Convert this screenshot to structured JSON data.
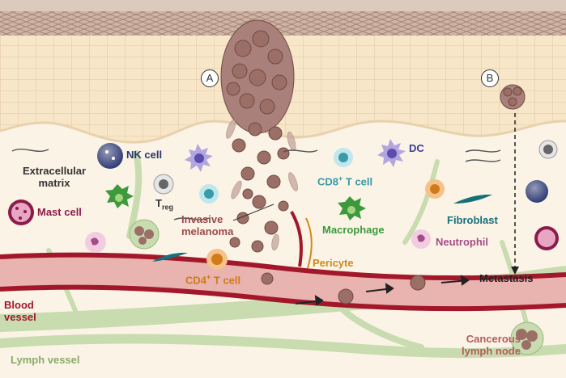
{
  "markers": {
    "a": "A",
    "b": "B"
  },
  "labels": {
    "nk_cell": "NK cell",
    "extracellular_matrix_line1": "Extracellular",
    "extracellular_matrix_line2": "matrix",
    "t_reg_main": "T",
    "t_reg_sub": "reg",
    "mast_cell": "Mast cell",
    "invasive_melanoma_line1": "Invasive",
    "invasive_melanoma_line2": "melanoma",
    "cd8_main": "CD8",
    "cd8_sup": "+",
    "cd8_rest": " T cell",
    "dc": "DC",
    "macrophage": "Macrophage",
    "fibroblast": "Fibroblast",
    "neutrophil": "Neutrophil",
    "pericyte": "Pericyte",
    "cd4_main": "CD4",
    "cd4_sup": "+",
    "cd4_rest": " T cell",
    "metastasis": "Metastasis",
    "blood_vessel_line1": "Blood",
    "blood_vessel_line2": "vessel",
    "lymph_vessel": "Lymph vessel",
    "cancerous_lymph_node_line1": "Cancerous",
    "cancerous_lymph_node_line2": "lymph node"
  },
  "colors": {
    "skin_top": "#cdb3a5",
    "dermis_cells": "#f6e2c4",
    "dermis_bg": "#fbf3e6",
    "blood_vessel": "#a2182a",
    "blood_vessel_inner": "#e9b3b0",
    "lymph_vessel": "#c8dcb0",
    "melanoma": "#9c6f66",
    "nk_cell": "#2a3670",
    "dc": "#3c3a9a",
    "t_reg": "#4a4a4a",
    "mast_cell": "#8b1c4a",
    "cd8": "#3a9aa6",
    "macrophage": "#3c9a3c",
    "fibroblast": "#16707a",
    "neutrophil": "#a44c88",
    "pericyte": "#d08a1a",
    "cd4": "#d07a1a",
    "metastasis": "#222222",
    "blood_label": "#a2182a",
    "lymph_label": "#8aaa6a",
    "lymph_node_label": "#b65a5a"
  }
}
